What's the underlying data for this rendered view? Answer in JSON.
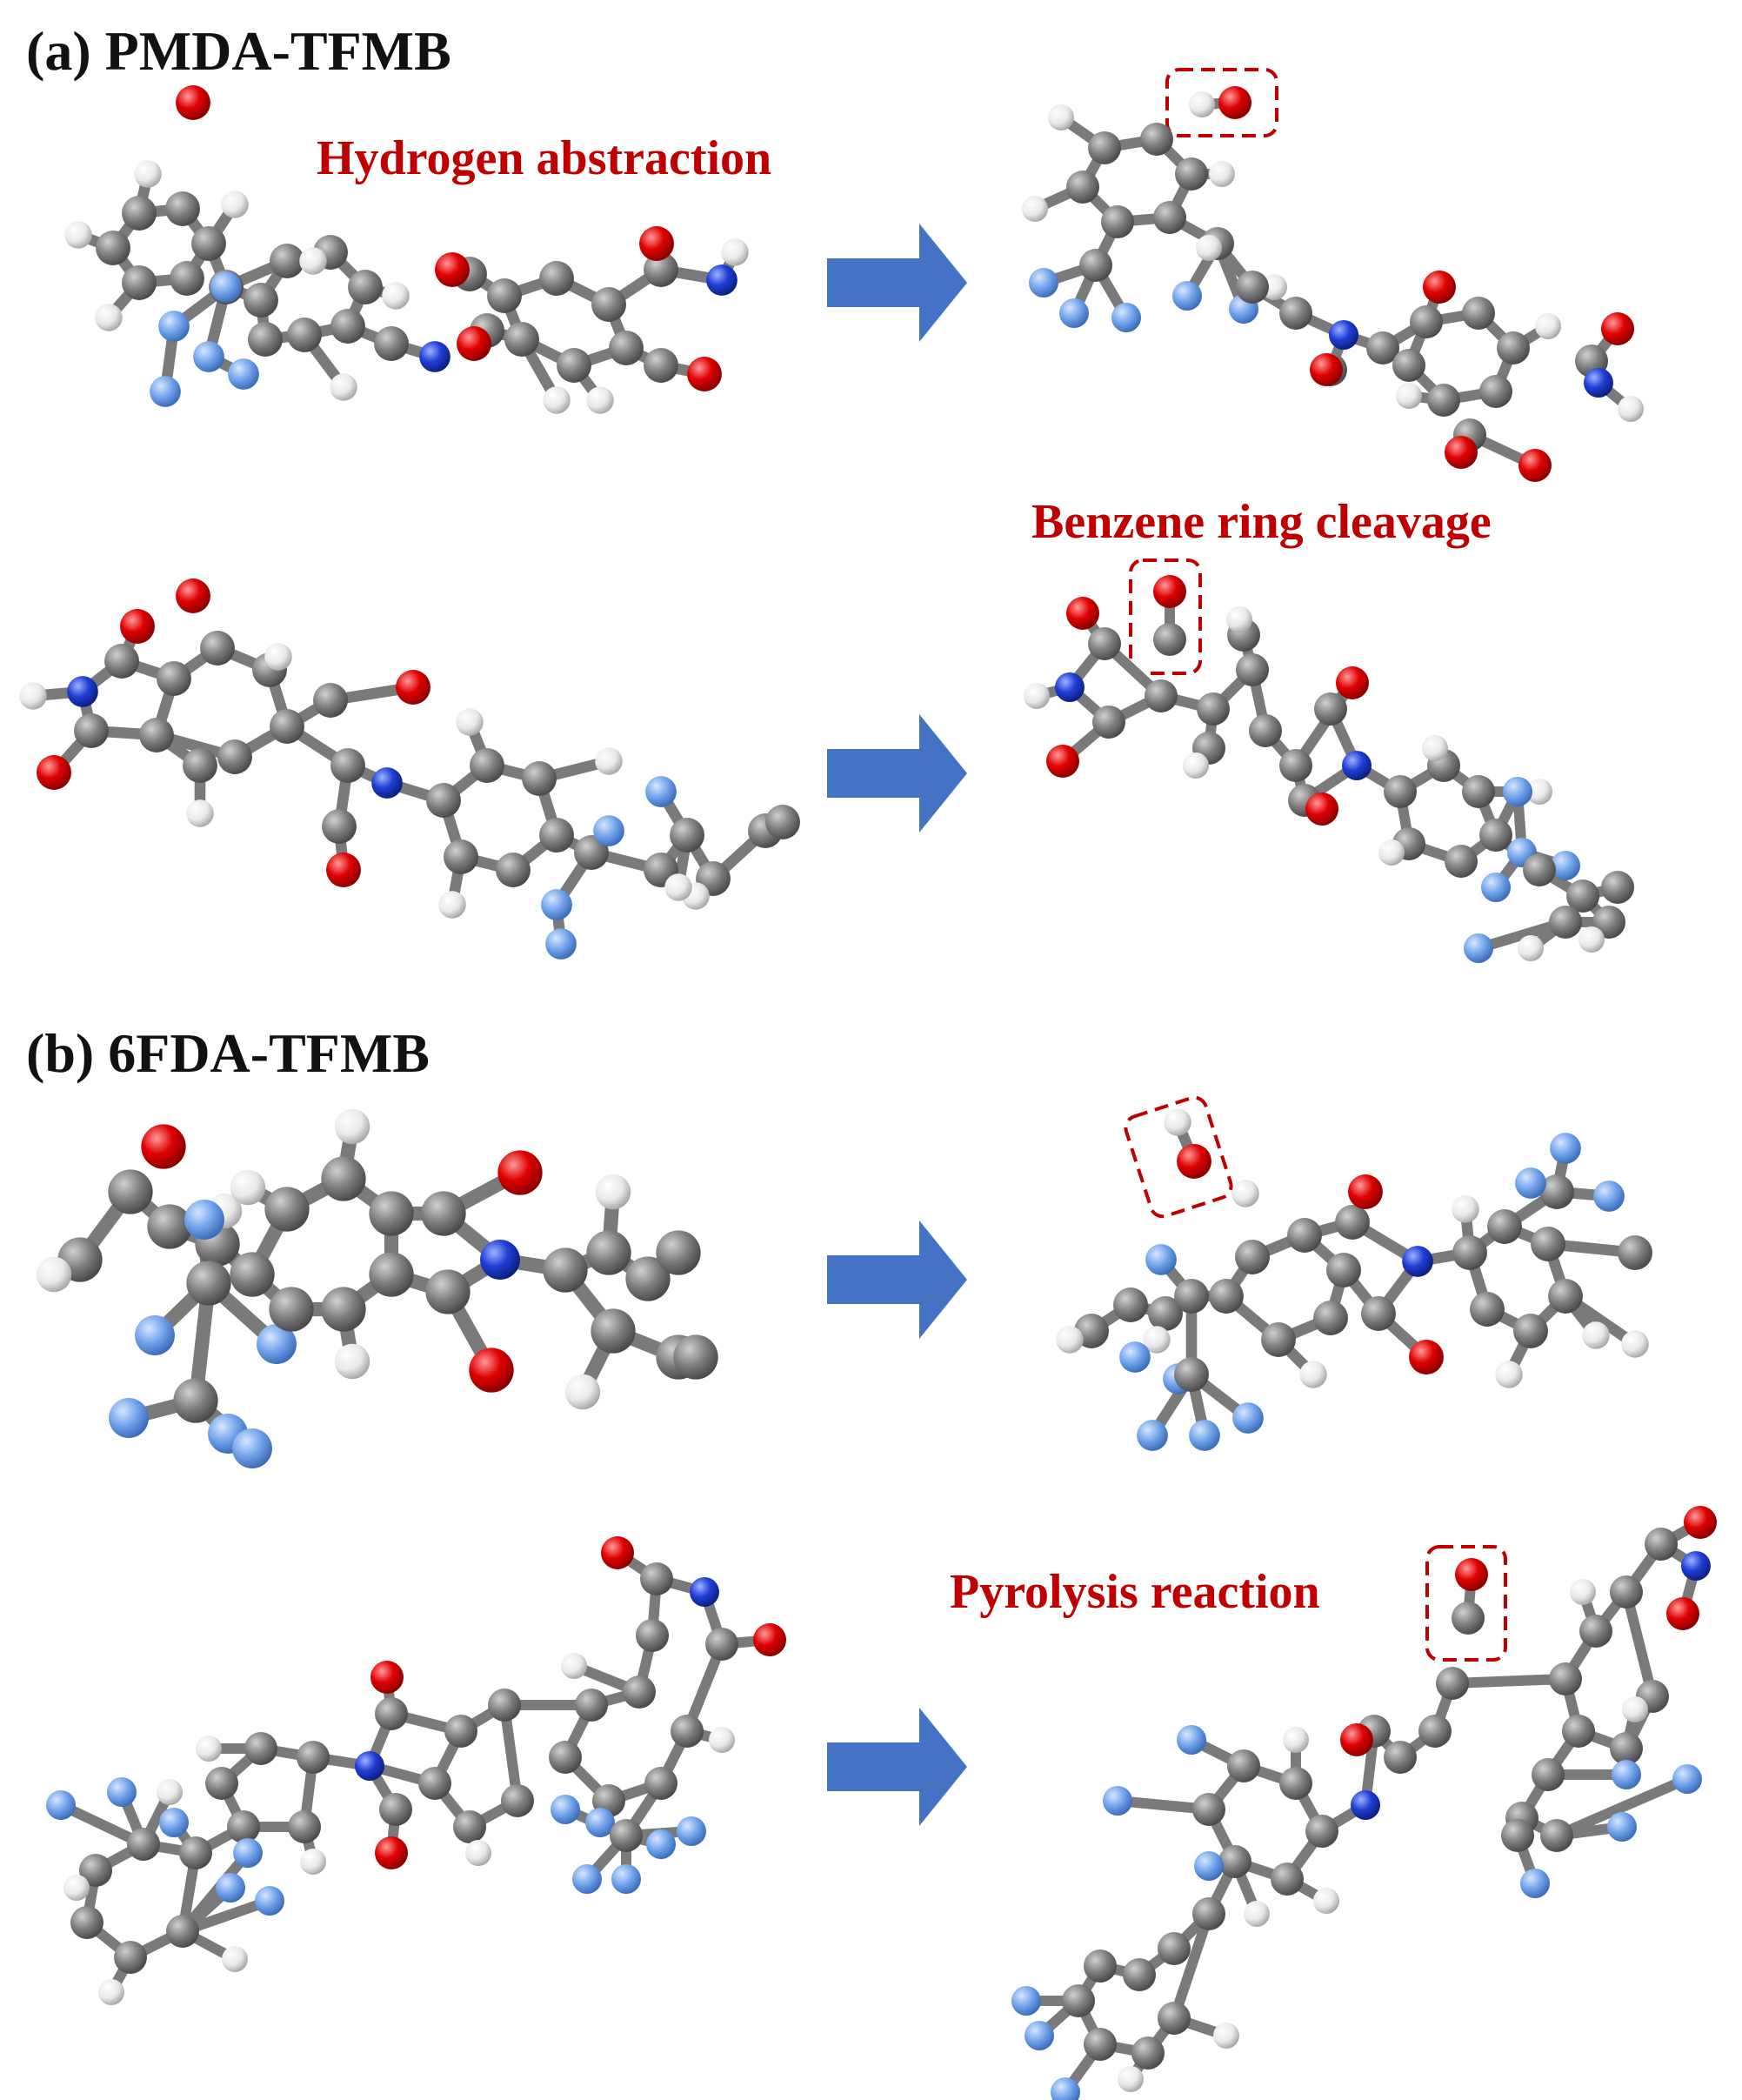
{
  "panels": {
    "a": {
      "title": "(a) PMDA-TFMB"
    },
    "b": {
      "title": "(b) 6FDA-TFMB"
    }
  },
  "reactions": {
    "hydrogen_abstraction": "Hydrogen abstraction",
    "benzene_ring_cleavage": "Benzene ring cleavage",
    "pyrolysis_reaction": "Pyrolysis reaction"
  },
  "colors": {
    "carbon": "#7a7a7a",
    "hydrogen": "#ececec",
    "oxygen": "#e00000",
    "nitrogen": "#1f3fd6",
    "fluorine": "#6fa2ea",
    "arrow": "#4472c4",
    "label_red": "#c00000",
    "highlight_box": "#c00000"
  }
}
